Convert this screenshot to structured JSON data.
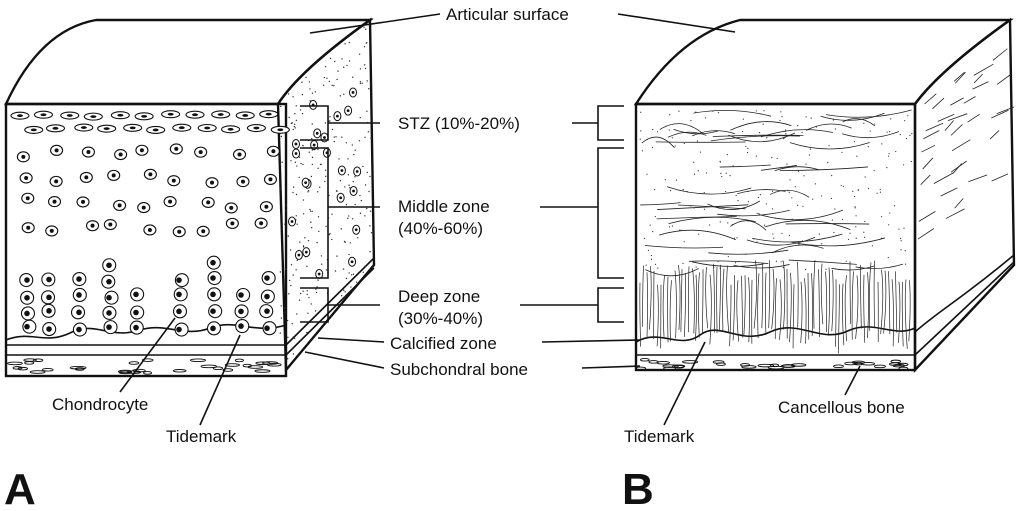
{
  "labels": {
    "articular_surface": "Articular surface",
    "stz": "STZ (10%-20%)",
    "middle_zone": "Middle zone",
    "middle_zone_pct": "(40%-60%)",
    "deep_zone": "Deep zone",
    "deep_zone_pct": "(30%-40%)",
    "calcified_zone": "Calcified zone",
    "subchondral_bone": "Subchondral bone",
    "chondrocyte": "Chondrocyte",
    "tidemark_a": "Tidemark",
    "tidemark_b": "Tidemark",
    "cancellous_bone": "Cancellous bone"
  },
  "panels": {
    "a": "A",
    "b": "B"
  }
}
